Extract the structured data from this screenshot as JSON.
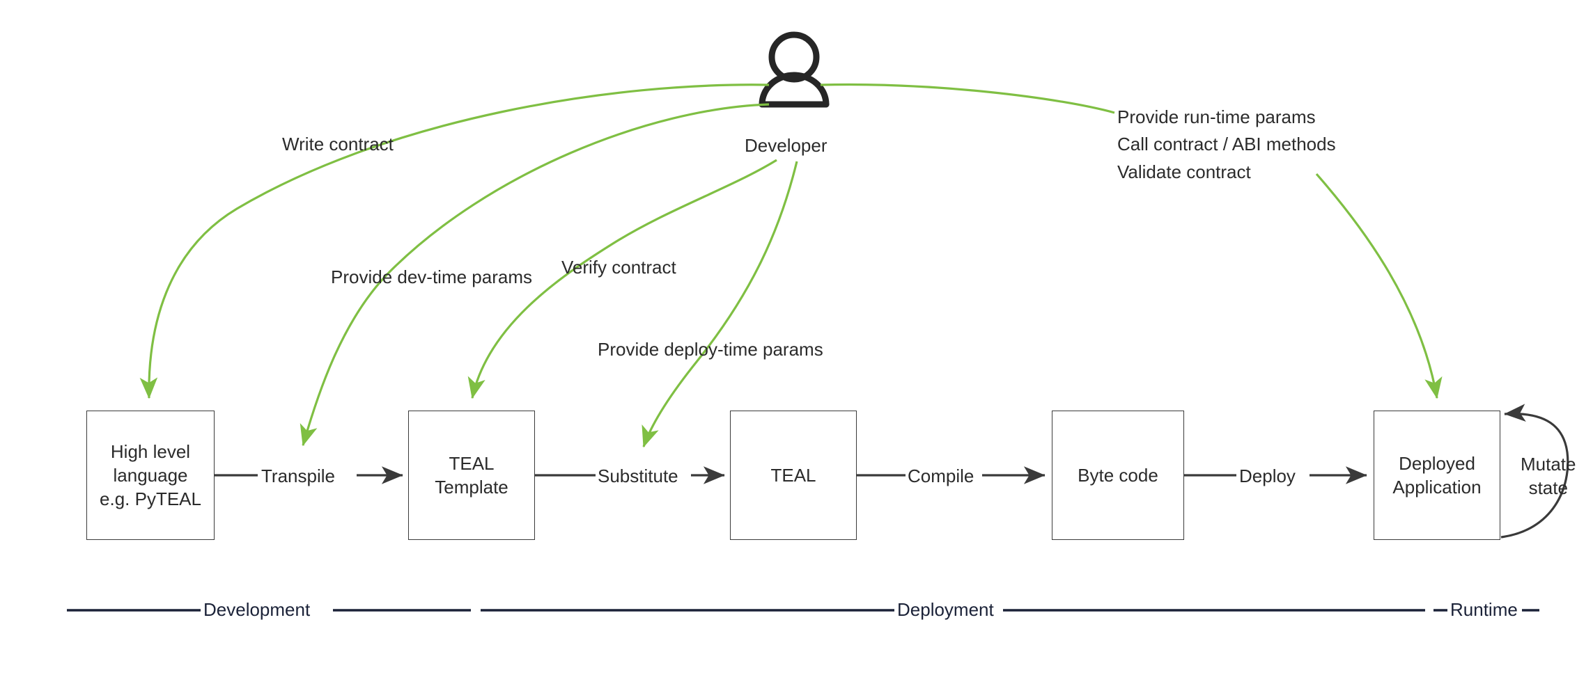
{
  "diagram": {
    "title": "Algorand smart contract development lifecycle",
    "accent_green": "#7fbf43",
    "stroke_dark": "#3a3a3a",
    "phase_line_color": "#1b2238",
    "background": "#ffffff"
  },
  "actor": {
    "icon": "person-icon",
    "label": "Developer"
  },
  "nodes": [
    {
      "id": "high-level-language",
      "label": "High level\nlanguage\ne.g. PyTEAL"
    },
    {
      "id": "teal-template",
      "label": "TEAL\nTemplate"
    },
    {
      "id": "teal",
      "label": "TEAL"
    },
    {
      "id": "byte-code",
      "label": "Byte code"
    },
    {
      "id": "deployed-application",
      "label": "Deployed\nApplication"
    }
  ],
  "flow_labels": [
    {
      "id": "transpile",
      "label": "Transpile"
    },
    {
      "id": "substitute",
      "label": "Substitute"
    },
    {
      "id": "compile",
      "label": "Compile"
    },
    {
      "id": "deploy",
      "label": "Deploy"
    },
    {
      "id": "mutate-state",
      "label": "Mutate\nstate"
    }
  ],
  "developer_actions": [
    {
      "id": "write-contract",
      "label": "Write contract",
      "target": "high-level-language"
    },
    {
      "id": "provide-dev-time-params",
      "label": "Provide dev-time params",
      "target": "transpile"
    },
    {
      "id": "verify-contract",
      "label": "Verify contract",
      "target": "teal-template"
    },
    {
      "id": "provide-deploy-time-params",
      "label": "Provide deploy-time params",
      "target": "substitute"
    }
  ],
  "runtime_annotations": {
    "lines": [
      "Provide run-time params",
      "Call contract / ABI methods",
      "Validate contract"
    ]
  },
  "phases": [
    {
      "id": "development",
      "label": "Development"
    },
    {
      "id": "deployment",
      "label": "Deployment"
    },
    {
      "id": "runtime",
      "label": "Runtime"
    }
  ]
}
